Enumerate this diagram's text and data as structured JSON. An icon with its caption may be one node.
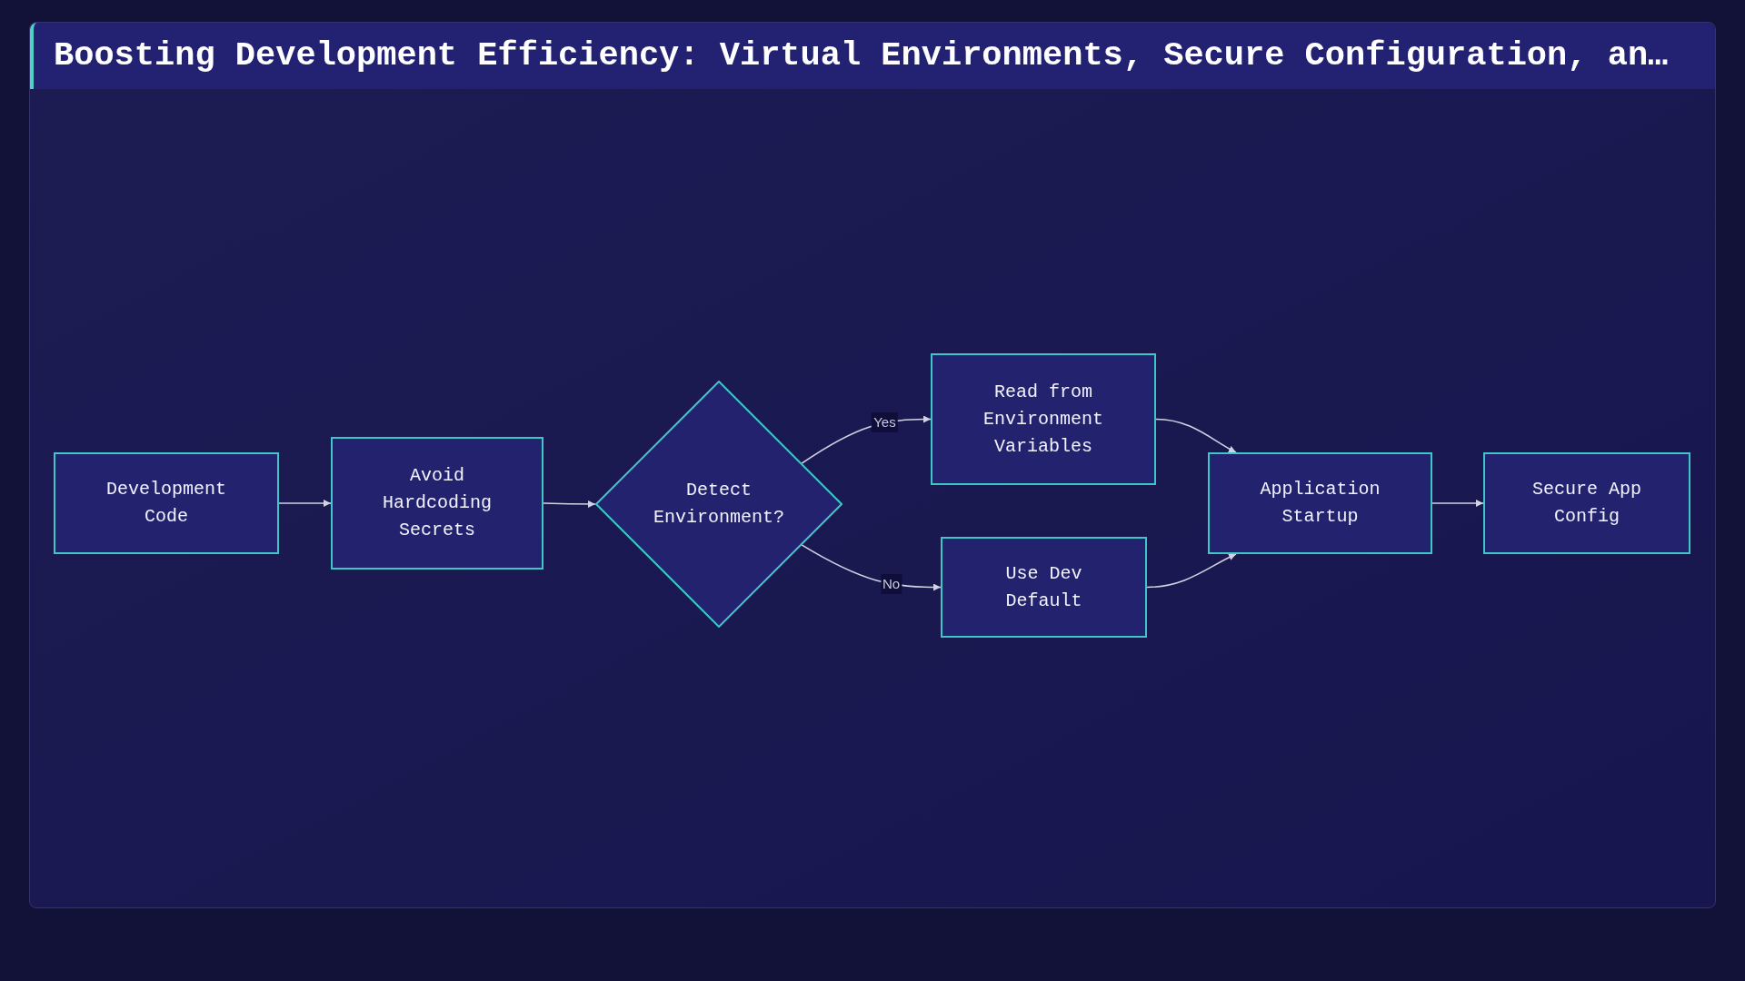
{
  "diagram": {
    "title": "Boosting Development Efficiency: Virtual Environments, Secure Configuration, an…",
    "nodes": [
      {
        "text": [
          "Development Code"
        ]
      },
      {
        "text": [
          "Avoid Hardcoding Secrets"
        ]
      },
      {
        "text": [
          "Detect Environment?"
        ]
      },
      {
        "text": [
          "Read from Environment Variables"
        ]
      },
      {
        "text": [
          "Use Dev Default"
        ]
      },
      {
        "text": [
          "Application Startup"
        ]
      },
      {
        "text": [
          "Secure App Config"
        ]
      }
    ],
    "edges": [
      {
        "from": 0,
        "to": 1,
        "arrow": "to"
      },
      {
        "from": 1,
        "to": 2,
        "arrow": "to"
      },
      {
        "from": 2,
        "to": 3,
        "arrow": "to",
        "label": "Yes"
      },
      {
        "from": 2,
        "to": 4,
        "arrow": "to",
        "label": "No"
      },
      {
        "from": 3,
        "to": 5,
        "arrow": "to"
      },
      {
        "from": 4,
        "to": 5,
        "arrow": "to"
      },
      {
        "from": 5,
        "to": 6,
        "arrow": "to"
      }
    ]
  }
}
